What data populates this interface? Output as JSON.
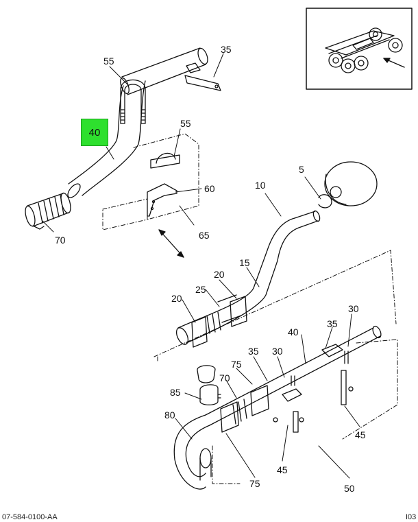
{
  "callouts": {
    "c55a": "55",
    "c35a": "35",
    "c40a": "40",
    "c55b": "55",
    "c60": "60",
    "c70a": "70",
    "c65": "65",
    "c5": "5",
    "c10": "10",
    "c15": "15",
    "c20a": "20",
    "c25": "25",
    "c20b": "20",
    "c30a": "30",
    "c35b": "35",
    "c40b": "40",
    "c35c": "35",
    "c30b": "30",
    "c75a": "75",
    "c70b": "70",
    "c85": "85",
    "c80": "80",
    "c45a": "45",
    "c45b": "45",
    "c75b": "75",
    "c50": "50"
  },
  "highlight_color": "#2ee02e",
  "footer": {
    "drawing_id": "07-584-0100-AA",
    "page_tag": "I03"
  }
}
